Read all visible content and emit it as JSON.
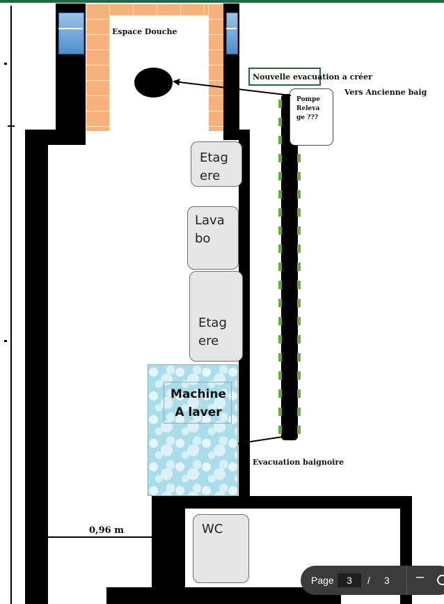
{
  "labels": {
    "espace_douche": "Espace Douche",
    "nouvelle_evacuation": "Nouvelle evacuation a créer",
    "vers_ancienne": "Vers Ancienne baig",
    "pompe": [
      "Pompe",
      "Releva",
      "ge ???"
    ],
    "evacuation_baignoire": "Evacuation baignoire",
    "dimension": "0,96 m"
  },
  "fixtures": {
    "etagere_top": [
      "Etag",
      "ere"
    ],
    "lavabo": [
      "Lava",
      "bo"
    ],
    "etagere_bottom": [
      "Etag",
      "ere"
    ],
    "machine": [
      "Machine",
      "A laver"
    ],
    "wc": "WC"
  },
  "pager": {
    "page_label": "Page",
    "current": "3",
    "separator": "/",
    "total": "3"
  },
  "colors": {
    "pipe_dash": "#6eaa3c",
    "frame_green": "#1e6b43",
    "tiles": "#f6b27c",
    "glass": "#4e8fcc",
    "washer": "#a9dde9"
  }
}
